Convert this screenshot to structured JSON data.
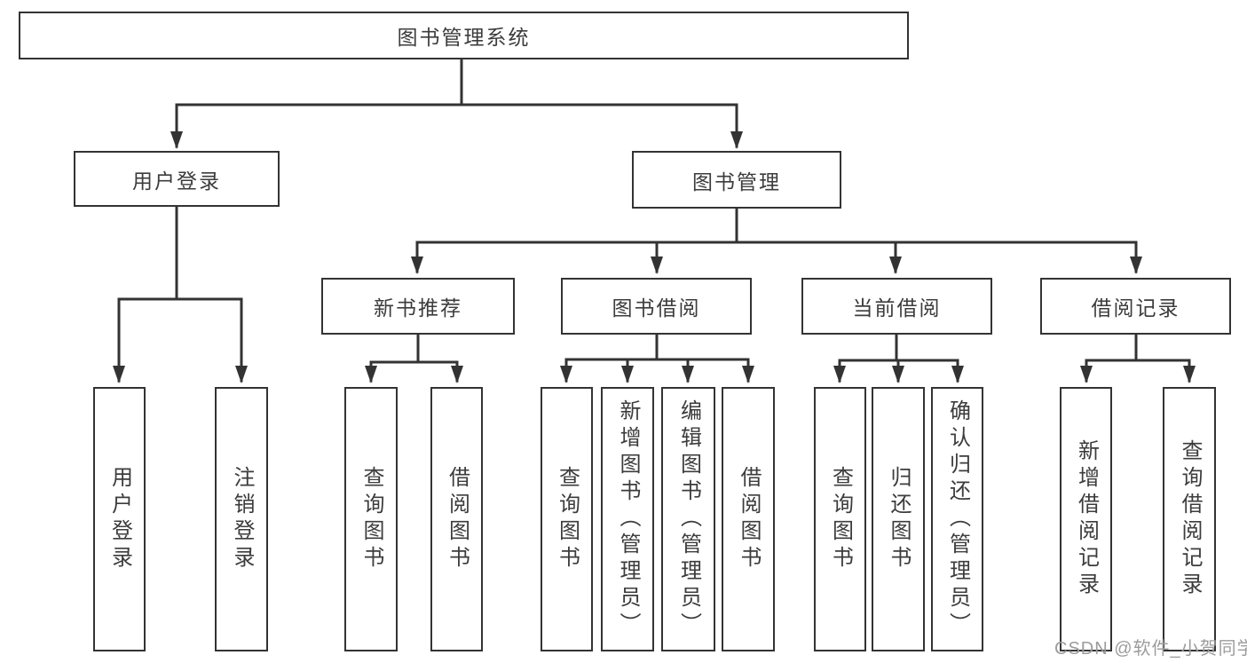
{
  "colors": {
    "line": "#333333",
    "text": "#3c3c3c",
    "watermark": "#9c9c9c",
    "background": "#ffffff"
  },
  "nodes": {
    "root": {
      "label": "图书管理系统"
    },
    "level2": [
      {
        "label": "用户登录"
      },
      {
        "label": "图书管理"
      }
    ],
    "level3": [
      {
        "label": "新书推荐"
      },
      {
        "label": "图书借阅"
      },
      {
        "label": "当前借阅"
      },
      {
        "label": "借阅记录"
      }
    ],
    "leaves": [
      {
        "label": "用户登录"
      },
      {
        "label": "注销登录"
      },
      {
        "label": "查询图书"
      },
      {
        "label": "借阅图书"
      },
      {
        "label": "查询图书"
      },
      {
        "label": "新增图书（管理员）"
      },
      {
        "label": "编辑图书（管理员）"
      },
      {
        "label": "借阅图书"
      },
      {
        "label": "查询图书"
      },
      {
        "label": "归还图书"
      },
      {
        "label": "确认归还（管理员）"
      },
      {
        "label": "新增借阅记录"
      },
      {
        "label": "查询借阅记录"
      }
    ]
  },
  "watermark": {
    "text": "CSDN @软件_小贺同学"
  }
}
